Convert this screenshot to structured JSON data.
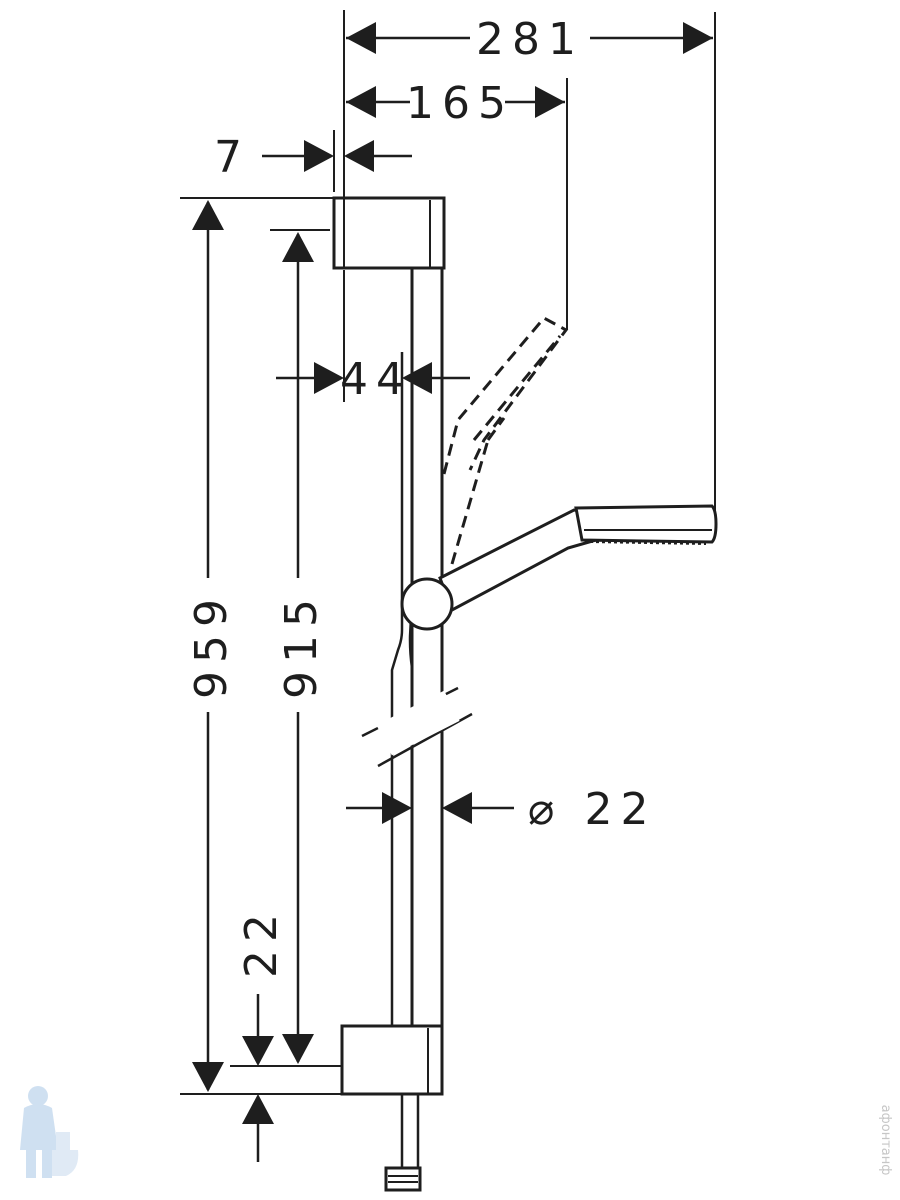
{
  "dimensions": {
    "overall_reach": "281",
    "handshower_reach": "165",
    "bracket_offset": "7",
    "bar_offset": "44",
    "total_height": "959",
    "rail_height": "915",
    "bottom_offset": "22",
    "rail_diameter": "⌀ 22"
  },
  "watermark": {
    "side_text": "афонтанф"
  },
  "colors": {
    "ink": "#1e1e1e",
    "background": "#ffffff",
    "watermark": "#a9c7e6"
  },
  "icons": [
    "plumber-logo-icon"
  ]
}
